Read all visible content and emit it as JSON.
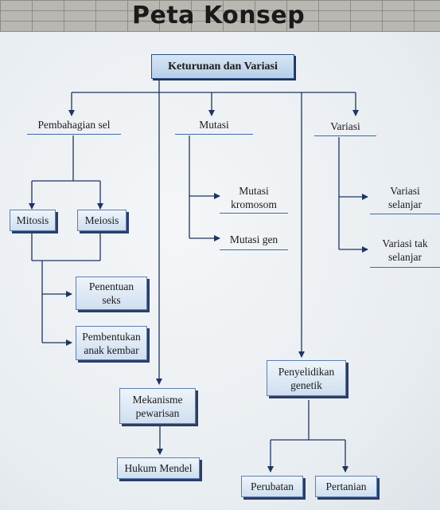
{
  "header": {
    "title": "Peta Konsep"
  },
  "nodes": {
    "root": "Keturunan dan Variasi",
    "pembahagian_sel": "Pembahagian sel",
    "mutasi": "Mutasi",
    "variasi": "Variasi",
    "mitosis": "Mitosis",
    "meiosis": "Meiosis",
    "mutasi_kromosom": "Mutasi\nkromosom",
    "mutasi_gen": "Mutasi gen",
    "variasi_selanjar": "Variasi\nselanjar",
    "variasi_tak_selanjar": "Variasi tak\nselanjar",
    "penentuan_seks": "Penentuan\nseks",
    "pembentukan_anak_kembar": "Pembentukan\nanak kembar",
    "penyelidikan_genetik": "Penyelidikan\ngenetik",
    "mekanisme_pewarisan": "Mekanisme\npewarisan",
    "hukum_mendel": "Hukum Mendel",
    "perubatan": "Perubatan",
    "pertanian": "Pertanian"
  }
}
